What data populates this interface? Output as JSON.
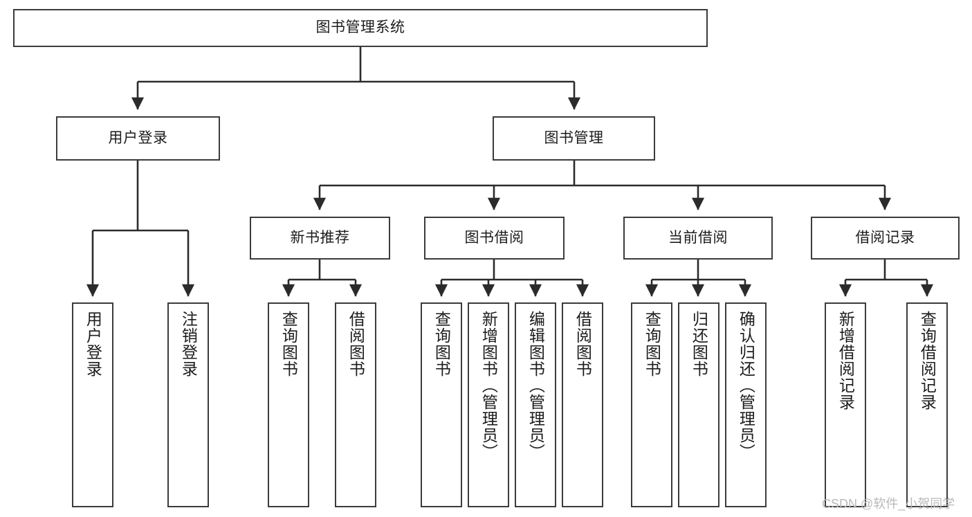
{
  "diagram": {
    "title": "图书管理系统",
    "type": "hierarchy-tree",
    "colors": {
      "box_border": "#3b3b3b",
      "box_fill": "#ffffff",
      "connector": "#2b2b2b",
      "text": "#1c1c1c",
      "watermark": "#b9b9b9"
    },
    "levels": {
      "root": {
        "label": "图书管理系统"
      },
      "level2": [
        {
          "label": "用户登录"
        },
        {
          "label": "图书管理"
        }
      ],
      "level3": [
        {
          "label": "新书推荐"
        },
        {
          "label": "图书借阅"
        },
        {
          "label": "当前借阅"
        },
        {
          "label": "借阅记录"
        }
      ],
      "leaves": {
        "user_login": [
          {
            "label": "用户登录"
          },
          {
            "label": "注销登录"
          }
        ],
        "new_book_recommend": [
          {
            "label": "查询图书"
          },
          {
            "label": "借阅图书"
          }
        ],
        "book_borrow": [
          {
            "label": "查询图书"
          },
          {
            "label": "新增图书（管理员）"
          },
          {
            "label": "编辑图书（管理员）"
          },
          {
            "label": "借阅图书"
          }
        ],
        "current_borrow": [
          {
            "label": "查询图书"
          },
          {
            "label": "归还图书"
          },
          {
            "label": "确认归还（管理员）"
          }
        ],
        "borrow_record": [
          {
            "label": "新增借阅记录"
          },
          {
            "label": "查询借阅记录"
          }
        ]
      }
    },
    "watermark": "CSDN @软件_小贺同学"
  }
}
